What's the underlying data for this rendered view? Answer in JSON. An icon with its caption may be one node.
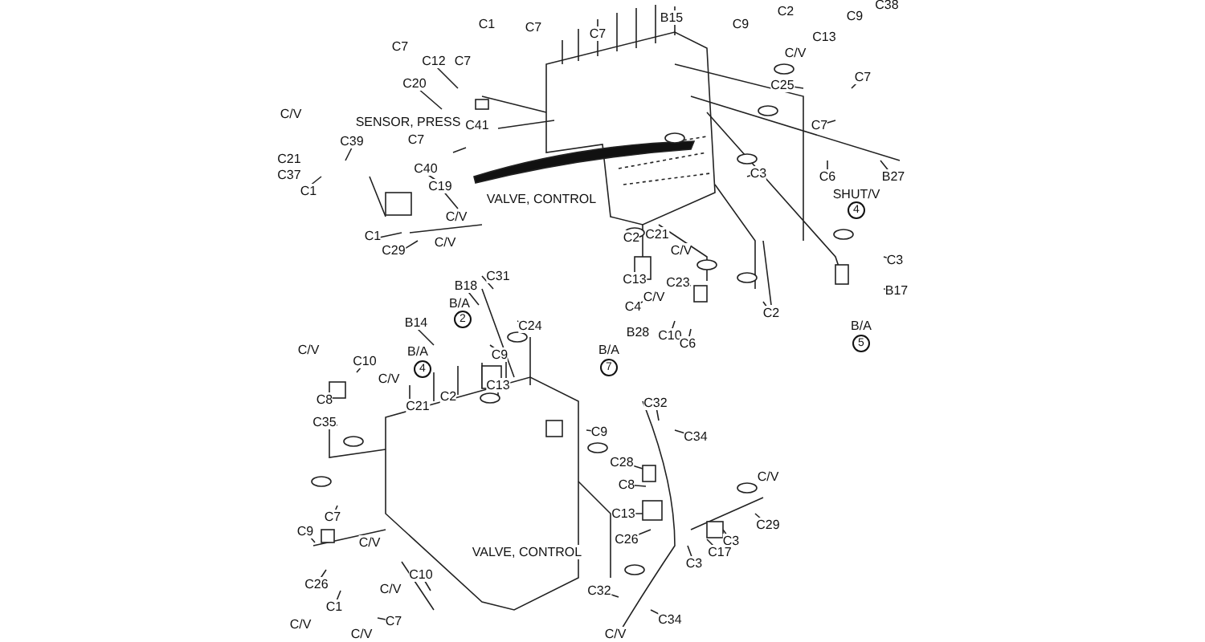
{
  "diagram": {
    "labels": [
      "C38",
      "C2",
      "C9",
      "B15",
      "C9",
      "C1",
      "C7",
      "C7",
      "C13",
      "C7",
      "C/V",
      "C12",
      "C7",
      "C7",
      "C20",
      "C25",
      "C/V",
      "SENSOR, PRESS",
      "C41",
      "C7",
      "C7",
      "C39",
      "C21",
      "C40",
      "C3",
      "C37",
      "C6",
      "B27",
      "C1",
      "C19",
      "SHUT/V",
      "VALVE, CONTROL",
      "4",
      "C/V",
      "C21",
      "C1",
      "C2",
      "C/V",
      "C/V",
      "C29",
      "C3",
      "C31",
      "C13",
      "C23",
      "B18",
      "B17",
      "C/V",
      "B/A",
      "C4",
      "C2",
      "2",
      "B14",
      "C24",
      "B/A",
      "B28",
      "C10",
      "C6",
      "5",
      "C/V",
      "B/A",
      "C9",
      "B/A",
      "C10",
      "4",
      "7",
      "C/V",
      "C13",
      "C2",
      "C8",
      "C32",
      "C21",
      "C35",
      "C9",
      "C34",
      "C28",
      "C/V",
      "C8",
      "C13",
      "C7",
      "C29",
      "C9",
      "C26",
      "C3",
      "C/V",
      "VALVE, CONTROL",
      "C17",
      "C3",
      "C10",
      "C26",
      "C32",
      "C/V",
      "C1",
      "C34",
      "C7",
      "C/V",
      "C/V",
      "C/V"
    ]
  }
}
